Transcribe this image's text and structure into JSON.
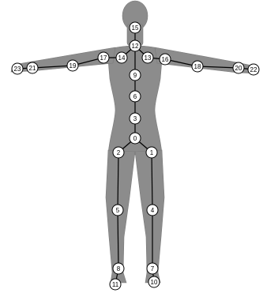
{
  "diagram": {
    "colors": {
      "body": "#8c8c8c",
      "body_shade": "#7a7a7a",
      "bone": "#000000",
      "joint_fill": "#ffffff",
      "joint_stroke": "#000000",
      "label": "#000000"
    },
    "joints": [
      {
        "id": 0,
        "label": "0"
      },
      {
        "id": 1,
        "label": "1"
      },
      {
        "id": 2,
        "label": "2"
      },
      {
        "id": 3,
        "label": "3"
      },
      {
        "id": 4,
        "label": "4"
      },
      {
        "id": 5,
        "label": "5"
      },
      {
        "id": 6,
        "label": "6"
      },
      {
        "id": 7,
        "label": "7"
      },
      {
        "id": 8,
        "label": "8"
      },
      {
        "id": 9,
        "label": "9"
      },
      {
        "id": 10,
        "label": "10"
      },
      {
        "id": 11,
        "label": "11"
      },
      {
        "id": 12,
        "label": "12"
      },
      {
        "id": 13,
        "label": "13"
      },
      {
        "id": 14,
        "label": "14"
      },
      {
        "id": 15,
        "label": "15"
      },
      {
        "id": 16,
        "label": "16"
      },
      {
        "id": 17,
        "label": "17"
      },
      {
        "id": 18,
        "label": "18"
      },
      {
        "id": 19,
        "label": "19"
      },
      {
        "id": 20,
        "label": "20"
      },
      {
        "id": 21,
        "label": "21"
      },
      {
        "id": 22,
        "label": "22"
      },
      {
        "id": 23,
        "label": "23"
      }
    ],
    "bones": [
      [
        0,
        1
      ],
      [
        0,
        2
      ],
      [
        0,
        3
      ],
      [
        1,
        4
      ],
      [
        4,
        7
      ],
      [
        7,
        10
      ],
      [
        2,
        5
      ],
      [
        5,
        8
      ],
      [
        8,
        11
      ],
      [
        3,
        6
      ],
      [
        6,
        9
      ],
      [
        9,
        12
      ],
      [
        12,
        15
      ],
      [
        12,
        13
      ],
      [
        13,
        16
      ],
      [
        16,
        18
      ],
      [
        18,
        20
      ],
      [
        20,
        22
      ],
      [
        12,
        14
      ],
      [
        14,
        17
      ],
      [
        17,
        19
      ],
      [
        19,
        21
      ],
      [
        21,
        23
      ]
    ]
  }
}
